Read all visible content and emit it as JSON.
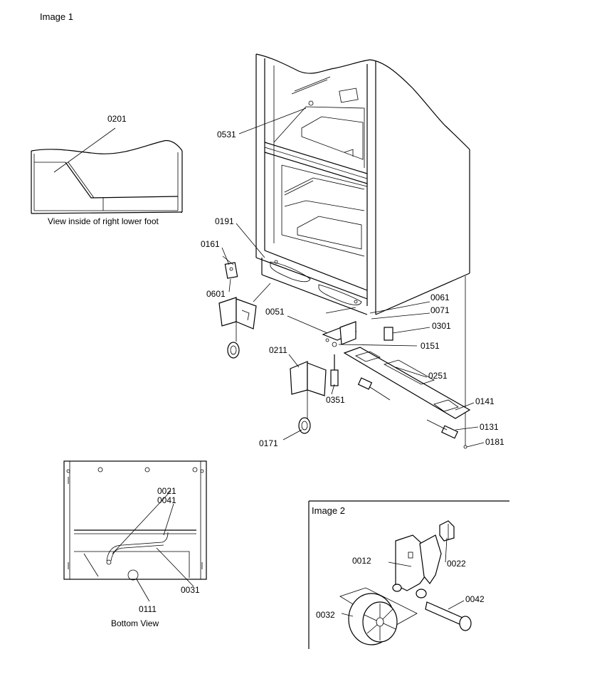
{
  "image1": {
    "heading": "Image 1",
    "inset_caption": "View inside of right lower foot",
    "bottom_caption": "Bottom View",
    "parts": {
      "p0201": "0201",
      "p0531": "0531",
      "p0191": "0191",
      "p0161": "0161",
      "p0601": "0601",
      "p0051": "0051",
      "p0061": "0061",
      "p0071": "0071",
      "p0301": "0301",
      "p0211": "0211",
      "p0151": "0151",
      "p0251": "0251",
      "p0351": "0351",
      "p0141": "0141",
      "p0131": "0131",
      "p0181": "0181",
      "p0171": "0171",
      "p0021": "0021",
      "p0041": "0041",
      "p0031": "0031",
      "p0111": "0111"
    }
  },
  "image2": {
    "heading": "Image 2",
    "parts": {
      "p0012": "0012",
      "p0022": "0022",
      "p0042": "0042",
      "p0032": "0032"
    }
  }
}
